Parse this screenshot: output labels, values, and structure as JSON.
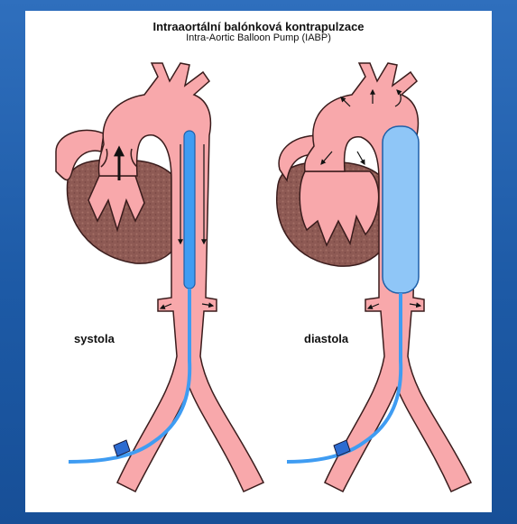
{
  "title": "Intraaortální balónková kontrapulzace",
  "subtitle": "Intra-Aortic Balloon Pump (IABP)",
  "panels": [
    {
      "id": "systole",
      "label": "systola"
    },
    {
      "id": "diastole",
      "label": "diastola"
    }
  ],
  "colors": {
    "frame": "#1d5aa6",
    "vessel": "#f8a8ab",
    "vessel_outline": "#3a1c1c",
    "heart_muscle": "#8e5a54",
    "catheter": "#3f9cf2",
    "balloon": "#8fc6f7",
    "arrow": "#111111"
  }
}
